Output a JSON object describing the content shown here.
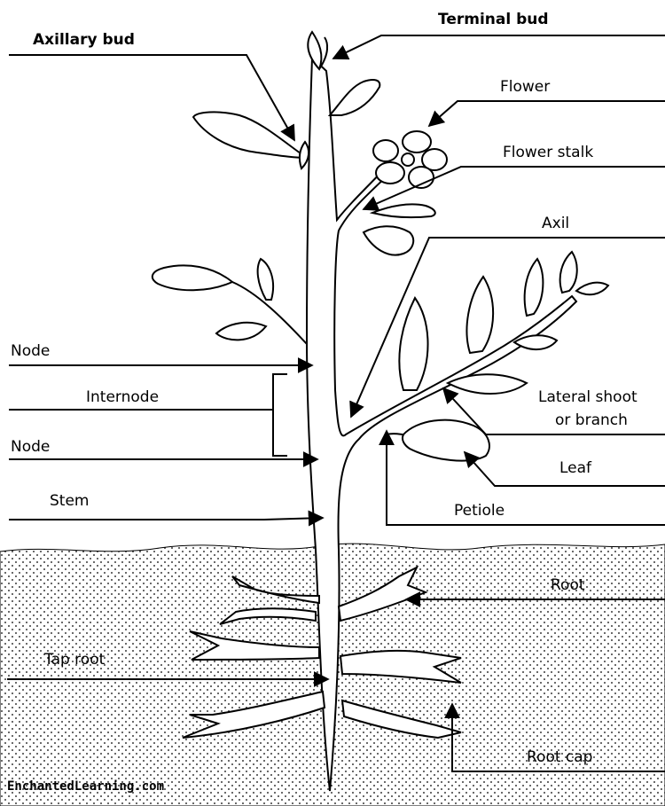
{
  "labels": {
    "terminal_bud": "Terminal bud",
    "axillary_bud": "Axillary bud",
    "flower": "Flower",
    "flower_stalk": "Flower stalk",
    "axil": "Axil",
    "node_upper": "Node",
    "internode": "Internode",
    "node_lower": "Node",
    "lateral_shoot_line1": "Lateral shoot",
    "lateral_shoot_line2": "or branch",
    "leaf": "Leaf",
    "stem": "Stem",
    "petiole": "Petiole",
    "root": "Root",
    "tap_root": "Tap root",
    "root_cap": "Root cap"
  },
  "credit": "EnchantedLearning.com"
}
